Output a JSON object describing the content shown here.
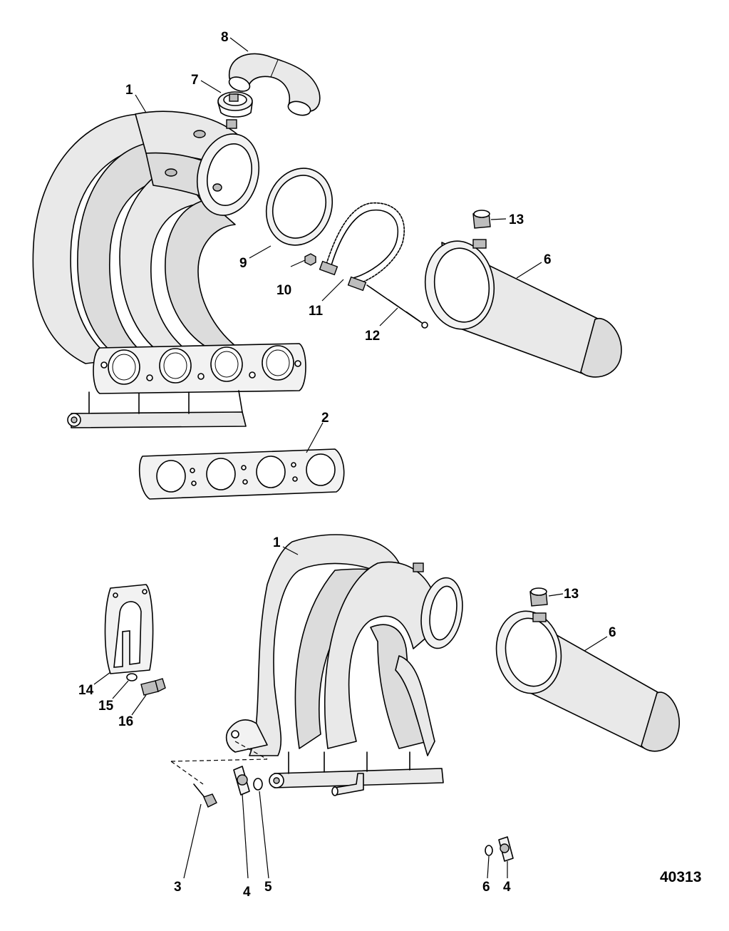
{
  "callouts": {
    "c1a": "1",
    "c2": "2",
    "c6a": "6",
    "c7": "7",
    "c8": "8",
    "c9": "9",
    "c10": "10",
    "c11": "11",
    "c12": "12",
    "c13a": "13",
    "c1b": "1",
    "c13b": "13",
    "c6b": "6",
    "c14": "14",
    "c15": "15",
    "c16": "16",
    "c3": "3",
    "c4a": "4",
    "c5": "5",
    "c6c": "6",
    "c4b": "4"
  },
  "figure_number": "40313"
}
